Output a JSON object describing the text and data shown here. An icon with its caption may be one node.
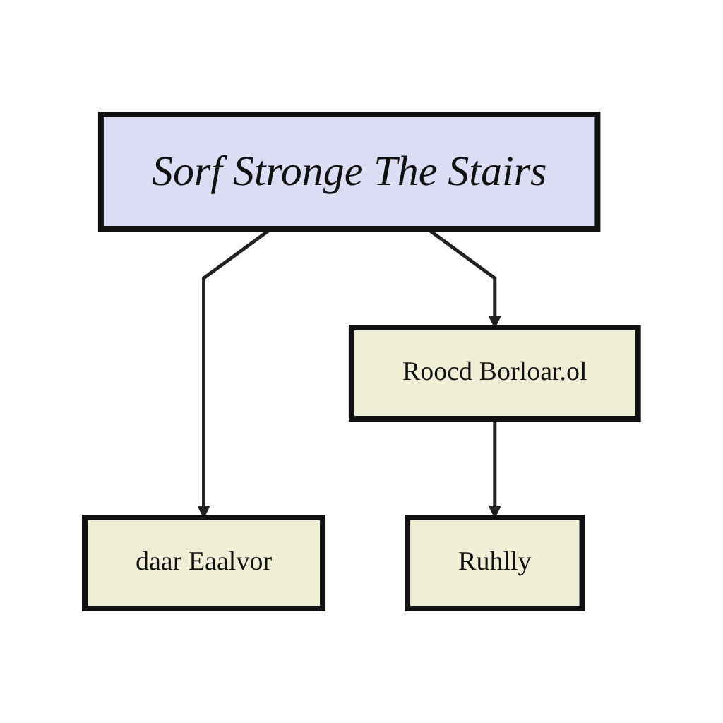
{
  "diagram": {
    "nodes": [
      {
        "text": [
          "Sorf Stronge The Stairs"
        ]
      },
      {
        "text": [
          "Roocd Borloar.ol"
        ]
      },
      {
        "text": [
          "daar Eaalvor"
        ]
      },
      {
        "text": [
          "Ruhlly"
        ]
      }
    ],
    "edges": [
      {
        "from": 0,
        "to": 2,
        "arrow": "to"
      },
      {
        "from": 0,
        "to": 1,
        "arrow": "to"
      },
      {
        "from": 1,
        "to": 3,
        "arrow": "to"
      }
    ]
  }
}
